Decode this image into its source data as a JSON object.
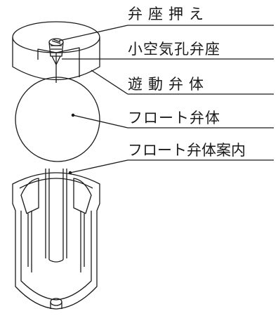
{
  "labels": [
    "弁座押え",
    "小空気孔弁座",
    "遊動弁体",
    "フロート弁体",
    "フロート弁体案内"
  ],
  "colors": {
    "line": "#1a1a1a",
    "background": "#ffffff"
  }
}
